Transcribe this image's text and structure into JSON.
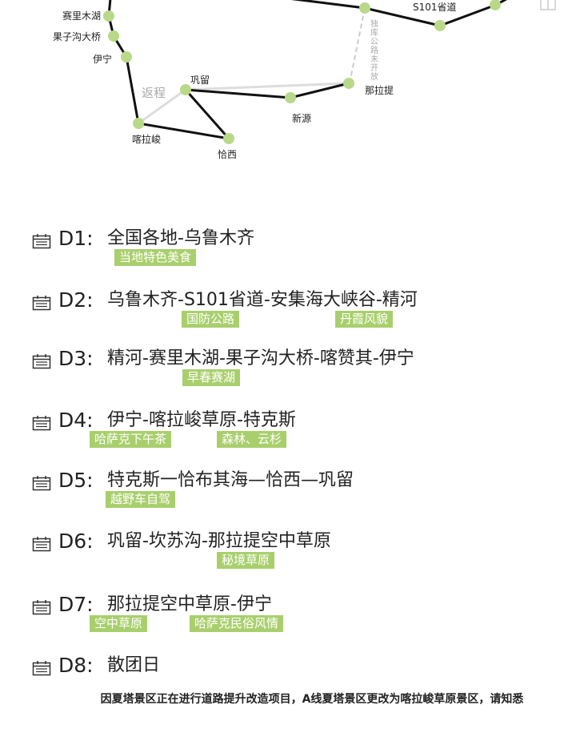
{
  "map": {
    "stops": {
      "sailimu": "赛里木湖",
      "guozigou": "果子沟大桥",
      "yining": "伊宁",
      "kalajun": "喀拉峻",
      "gongliu": "巩留",
      "qiaxi": "恰西",
      "xinyuan": "新源",
      "nalati": "那拉提",
      "s101": "S101省道"
    },
    "return_label": "返程",
    "closed_road_label": "独库公路未开放"
  },
  "days": [
    {
      "code": "D1:",
      "route": "全国各地-乌鲁木齐",
      "tags": [
        "当地特色美食"
      ]
    },
    {
      "code": "D2:",
      "route": "乌鲁木齐-S101省道-安集海大峡谷-精河",
      "tags": [
        "国防公路",
        "丹霞风貌"
      ]
    },
    {
      "code": "D3:",
      "route": "精河-赛里木湖-果子沟大桥-喀赞其-伊宁",
      "tags": [
        "早春赛湖"
      ]
    },
    {
      "code": "D4:",
      "route": "伊宁-喀拉峻草原-特克斯",
      "tags": [
        "哈萨克下午茶",
        "森林、云杉"
      ]
    },
    {
      "code": "D5:",
      "route": "特克斯一恰布其海—恰西—巩留",
      "tags": [
        "越野车自驾"
      ]
    },
    {
      "code": "D6:",
      "route": "巩留-坎苏沟-那拉提空中草原",
      "tags": [
        "秘境草原"
      ]
    },
    {
      "code": "D7:",
      "route": "那拉提空中草原-伊宁",
      "tags": [
        "空中草原",
        "哈萨克民俗风情"
      ]
    },
    {
      "code": "D8:",
      "route": "散团日",
      "tags": []
    }
  ],
  "footnote": "因夏塔景区正在进行道路提升改造项目，A线夏塔景区更改为喀拉峻草原景区，请知悉",
  "colors": {
    "route_line": "#111111",
    "return_line": "#dddddd",
    "node": "#b9d98a",
    "tag_bg": "#a9cf6d"
  }
}
